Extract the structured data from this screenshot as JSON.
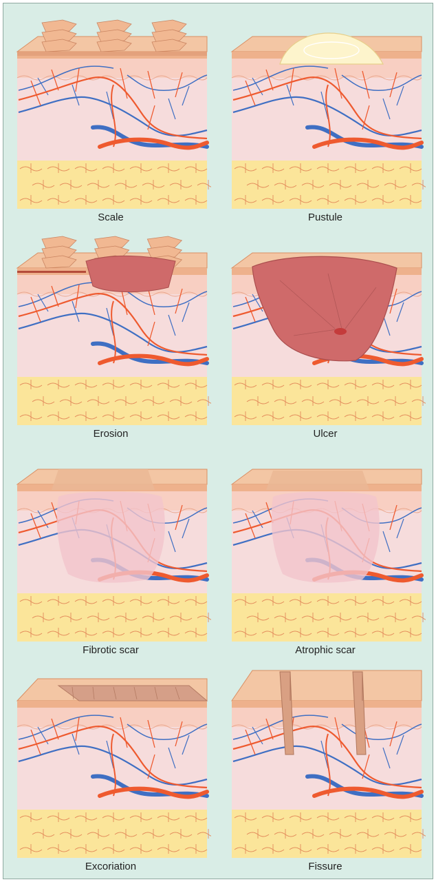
{
  "panels": [
    {
      "id": "scale",
      "label": "Scale"
    },
    {
      "id": "pustule",
      "label": "Pustule"
    },
    {
      "id": "erosion",
      "label": "Erosion"
    },
    {
      "id": "ulcer",
      "label": "Ulcer"
    },
    {
      "id": "fibrotic",
      "label": "Fibrotic scar"
    },
    {
      "id": "atrophic",
      "label": "Atrophic scar"
    },
    {
      "id": "excoriation",
      "label": "Excoriation"
    },
    {
      "id": "fissure",
      "label": "Fissure"
    }
  ],
  "colors": {
    "background": "#d9ede6",
    "epidermis": "#f3c6a4",
    "dermis": "#f6dcdc",
    "fat": "#fbe59a",
    "artery": "#ee5a2f",
    "vein": "#3f6fc3",
    "lesion": "#cf6a6a",
    "pus": "#fdf4cc"
  }
}
